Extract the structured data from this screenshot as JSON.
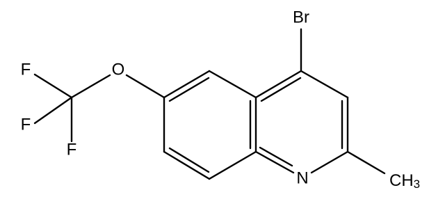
{
  "atom_labels": {
    "bromine": "Br",
    "oxygen": "O",
    "fluorine_1": "F",
    "fluorine_2": "F",
    "fluorine_3": "F",
    "nitrogen": "N",
    "methyl_carbon": "CH",
    "methyl_subscript": "3"
  },
  "colors": {
    "bond": "#000000",
    "text": "#000000",
    "background": "#ffffff"
  }
}
